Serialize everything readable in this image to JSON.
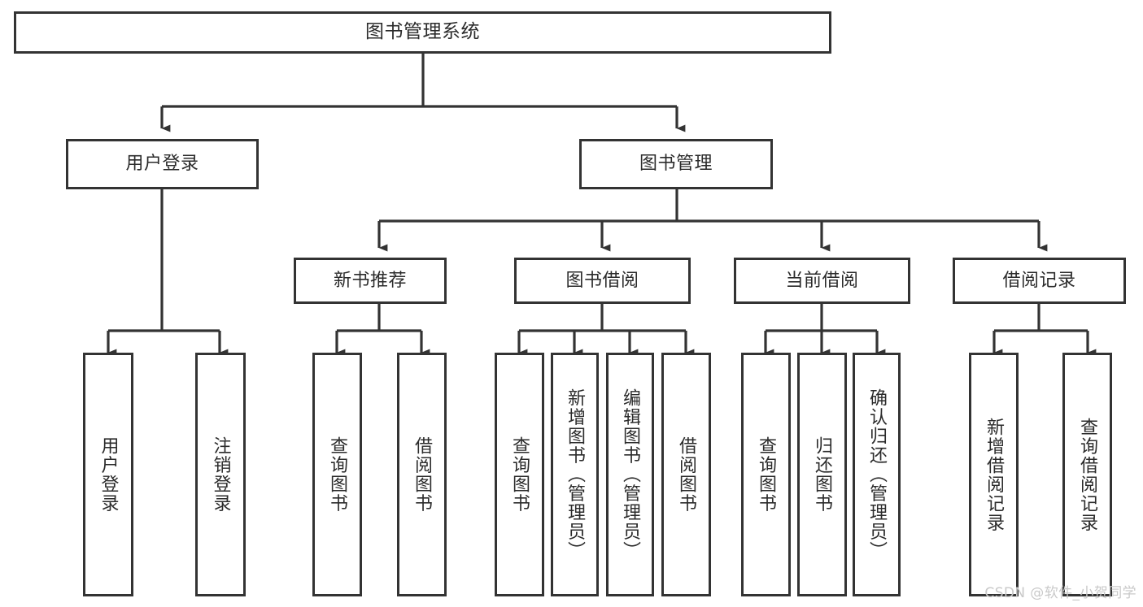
{
  "diagram": {
    "title": "图书管理系统",
    "watermark": "CSDN @软件_小贺同学",
    "colors": {
      "box_border": "#333333",
      "box_fill": "#ffffff",
      "text": "#2b2b2b",
      "edge": "#333333",
      "watermark": "#c9c9c9"
    },
    "nodes": {
      "root": {
        "label": "图书管理系统",
        "level": 0,
        "orientation": "horizontal"
      },
      "user_login": {
        "label": "用户登录",
        "level": 1,
        "orientation": "horizontal"
      },
      "book_manage": {
        "label": "图书管理",
        "level": 1,
        "orientation": "horizontal"
      },
      "new_book_rec": {
        "label": "新书推荐",
        "level": 2,
        "orientation": "horizontal"
      },
      "book_borrow": {
        "label": "图书借阅",
        "level": 2,
        "orientation": "horizontal"
      },
      "current_borrow": {
        "label": "当前借阅",
        "level": 2,
        "orientation": "horizontal"
      },
      "borrow_record": {
        "label": "借阅记录",
        "level": 2,
        "orientation": "horizontal"
      },
      "leaf_user_login": {
        "label": "用户登录",
        "level": 3,
        "orientation": "vertical"
      },
      "leaf_logout": {
        "label": "注销登录",
        "level": 3,
        "orientation": "vertical"
      },
      "leaf_query_book_1": {
        "label": "查询图书",
        "level": 3,
        "orientation": "vertical"
      },
      "leaf_borrow_book_1": {
        "label": "借阅图书",
        "level": 3,
        "orientation": "vertical"
      },
      "leaf_query_book_2": {
        "label": "查询图书",
        "level": 3,
        "orientation": "vertical"
      },
      "leaf_add_book": {
        "label": "新增图书（管理员）",
        "level": 3,
        "orientation": "vertical"
      },
      "leaf_edit_book": {
        "label": "编辑图书（管理员）",
        "level": 3,
        "orientation": "vertical"
      },
      "leaf_borrow_book_2": {
        "label": "借阅图书",
        "level": 3,
        "orientation": "vertical"
      },
      "leaf_query_book_3": {
        "label": "查询图书",
        "level": 3,
        "orientation": "vertical"
      },
      "leaf_return_book": {
        "label": "归还图书",
        "level": 3,
        "orientation": "vertical"
      },
      "leaf_confirm_return": {
        "label": "确认归还（管理员）",
        "level": 3,
        "orientation": "vertical"
      },
      "leaf_add_record": {
        "label": "新增借阅记录",
        "level": 3,
        "orientation": "vertical"
      },
      "leaf_query_record": {
        "label": "查询借阅记录",
        "level": 3,
        "orientation": "vertical"
      }
    },
    "edges": [
      {
        "from": "root",
        "to": "user_login"
      },
      {
        "from": "root",
        "to": "book_manage"
      },
      {
        "from": "book_manage",
        "to": "new_book_rec"
      },
      {
        "from": "book_manage",
        "to": "book_borrow"
      },
      {
        "from": "book_manage",
        "to": "current_borrow"
      },
      {
        "from": "book_manage",
        "to": "borrow_record"
      },
      {
        "from": "user_login",
        "to": "leaf_user_login"
      },
      {
        "from": "user_login",
        "to": "leaf_logout"
      },
      {
        "from": "new_book_rec",
        "to": "leaf_query_book_1"
      },
      {
        "from": "new_book_rec",
        "to": "leaf_borrow_book_1"
      },
      {
        "from": "book_borrow",
        "to": "leaf_query_book_2"
      },
      {
        "from": "book_borrow",
        "to": "leaf_add_book"
      },
      {
        "from": "book_borrow",
        "to": "leaf_edit_book"
      },
      {
        "from": "book_borrow",
        "to": "leaf_borrow_book_2"
      },
      {
        "from": "current_borrow",
        "to": "leaf_query_book_3"
      },
      {
        "from": "current_borrow",
        "to": "leaf_return_book"
      },
      {
        "from": "current_borrow",
        "to": "leaf_confirm_return"
      },
      {
        "from": "borrow_record",
        "to": "leaf_add_record"
      },
      {
        "from": "borrow_record",
        "to": "leaf_query_record"
      }
    ]
  }
}
